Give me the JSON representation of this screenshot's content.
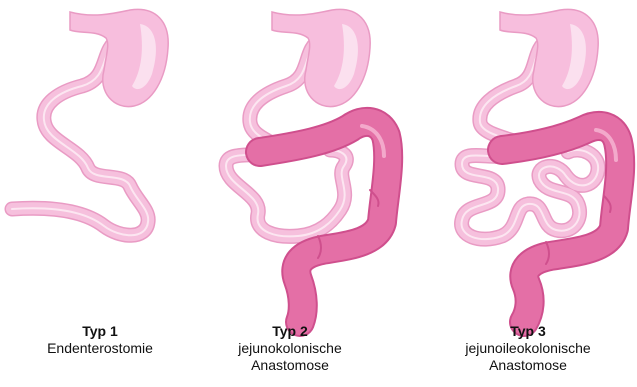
{
  "colors": {
    "small_intestine": "#f6c0dd",
    "small_intestine_stroke": "#e99bc4",
    "stomach": "#f7bedd",
    "stomach_highlight": "#fbe0ef",
    "colon": "#e46fa6",
    "colon_stroke": "#cf4f8d"
  },
  "panels": [
    {
      "title": "Typ 1",
      "description_lines": [
        "Endenterostomie"
      ]
    },
    {
      "title": "Typ 2",
      "description_lines": [
        "jejunokolonische",
        "Anastomose"
      ]
    },
    {
      "title": "Typ 3",
      "description_lines": [
        "jejunoileokolonische",
        "Anastomose"
      ]
    }
  ]
}
